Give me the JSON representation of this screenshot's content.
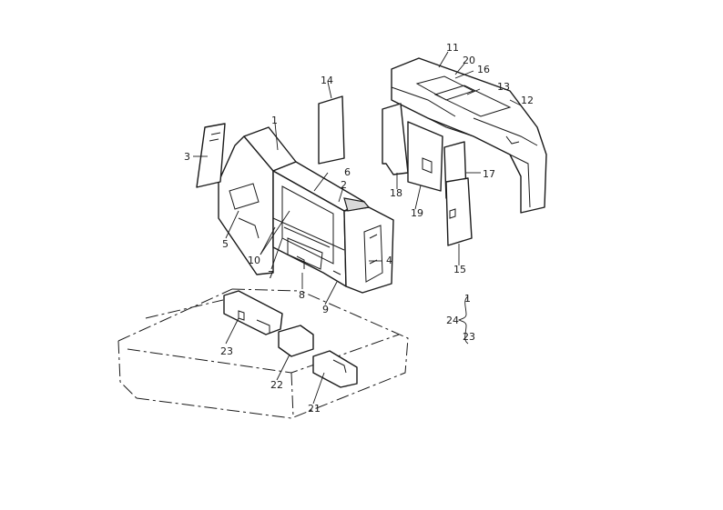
{
  "callouts": {
    "c1": "1",
    "c2": "2",
    "c3": "3",
    "c4": "4",
    "c5": "5",
    "c6": "6",
    "c7": "7",
    "c8": "8",
    "c9": "9",
    "c10": "10",
    "c11": "11",
    "c12": "12",
    "c13": "13",
    "c14": "14",
    "c15": "15",
    "c16": "16",
    "c17": "17",
    "c18": "18",
    "c19": "19",
    "c20": "20",
    "c21": "21",
    "c22": "22",
    "c23": "23",
    "legend_top": "1",
    "legend_left": "24",
    "legend_bottom": "23"
  }
}
